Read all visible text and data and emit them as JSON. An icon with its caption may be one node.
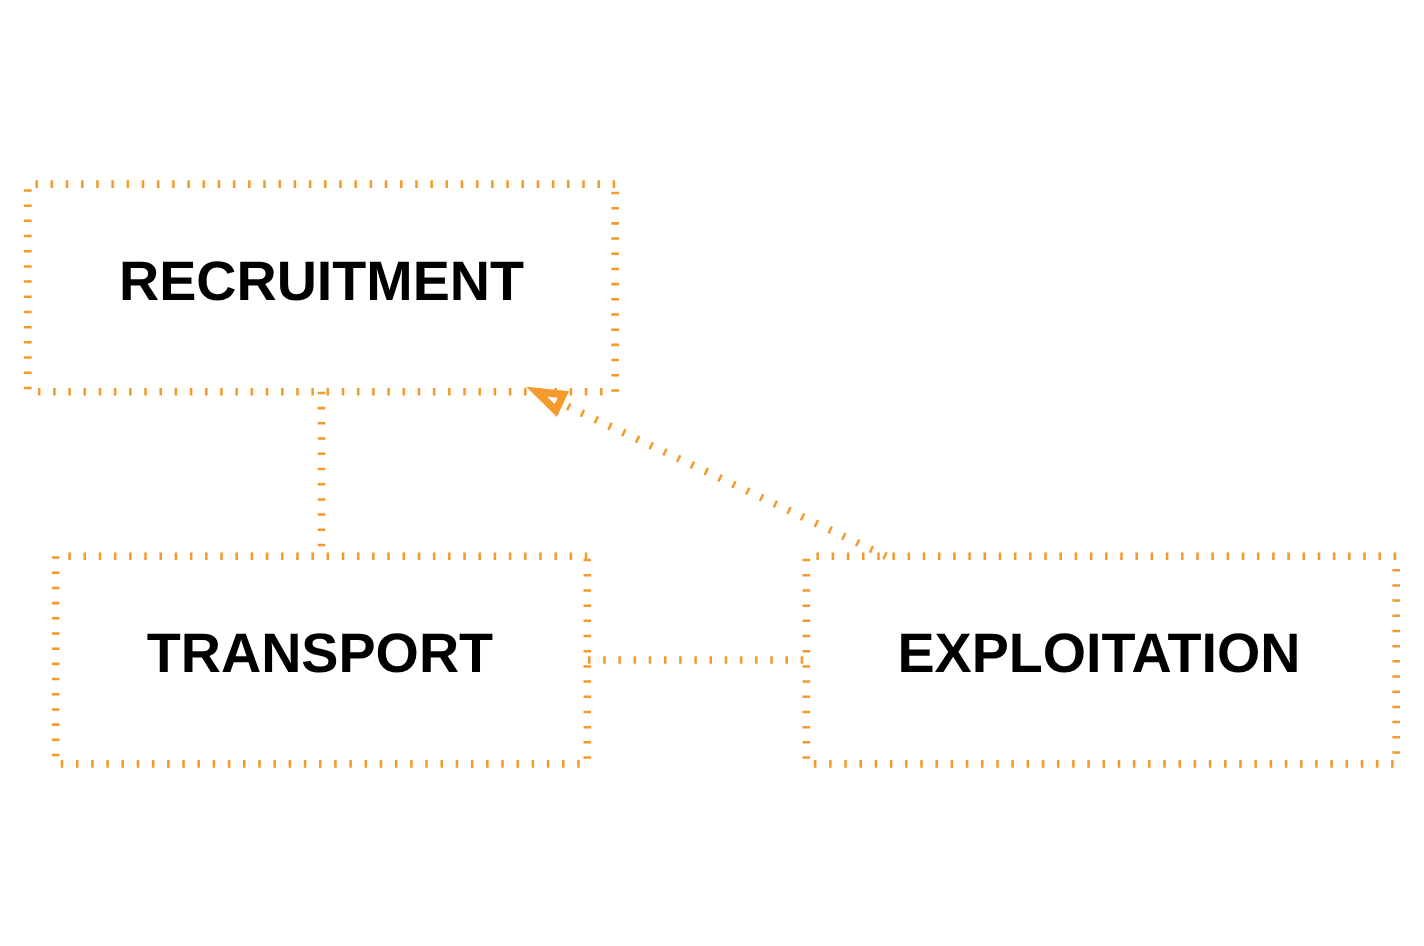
{
  "diagram": {
    "nodes": [
      {
        "text": [
          "RECRUITMENT"
        ]
      },
      {
        "text": [
          "EXPLOITATION"
        ]
      },
      {
        "text": [
          "TRANSPORT"
        ]
      }
    ],
    "edges": [
      {
        "from": 0,
        "to": 2,
        "arrow": "none"
      },
      {
        "from": 2,
        "to": 1,
        "arrow": "none"
      },
      {
        "from": 1,
        "to": 0,
        "arrow": "to"
      }
    ]
  }
}
